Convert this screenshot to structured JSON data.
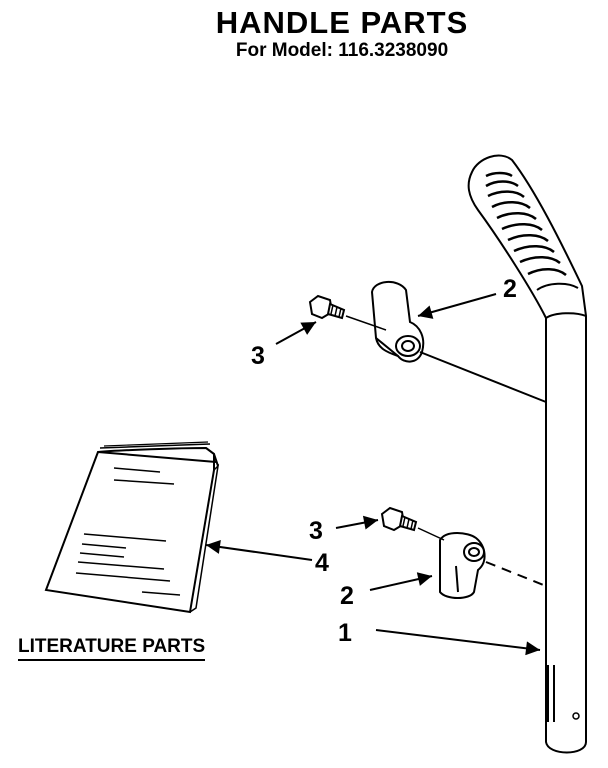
{
  "header": {
    "title": "HANDLE PARTS",
    "subtitle": "For Model: 116.3238090"
  },
  "literature": {
    "title": "LITERATURE PARTS"
  },
  "callouts": [
    {
      "id": "upper-grip-clip",
      "label": "2"
    },
    {
      "id": "upper-screw",
      "label": "3"
    },
    {
      "id": "lower-screw",
      "label": "3"
    },
    {
      "id": "manual",
      "label": "4"
    },
    {
      "id": "lower-grip-clip",
      "label": "2"
    },
    {
      "id": "handle-tube",
      "label": "1"
    }
  ]
}
